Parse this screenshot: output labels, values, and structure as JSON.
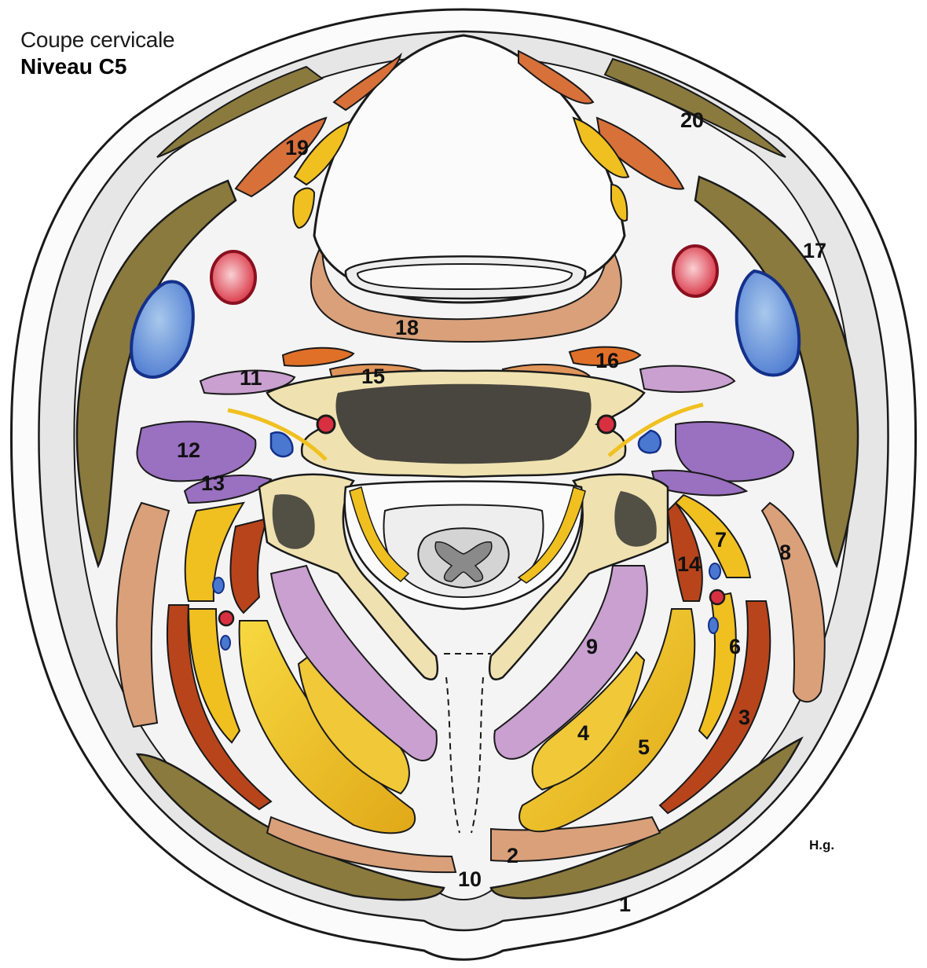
{
  "title": {
    "line1": "Coupe cervicale",
    "line2": "Niveau C5"
  },
  "signature": "H.g.",
  "labels": [
    "1",
    "2",
    "3",
    "4",
    "5",
    "6",
    "7",
    "8",
    "9",
    "10",
    "11",
    "12",
    "13",
    "14",
    "15",
    "16",
    "17",
    "18",
    "19",
    "20"
  ],
  "colors": {
    "outline": "#1a1a1a",
    "skin": "#fbfbfb",
    "fascia": "#dcdcdc",
    "bone": "#efe2b0",
    "spongy_bone": "#2a2a2a",
    "dark_olive_muscle": "#8a7a3e",
    "pink_tan_muscle": "#d9a07a",
    "orange_muscle": "#d8703a",
    "red_brown_muscle": "#b8441c",
    "yellow_muscle": "#f0c020",
    "purple_muscle": "#9a70c0",
    "lilac_muscle": "#c9a0d0",
    "artery": "#d83040",
    "vein": "#4a78d0",
    "spinal_cord": "#c8c8c8"
  }
}
